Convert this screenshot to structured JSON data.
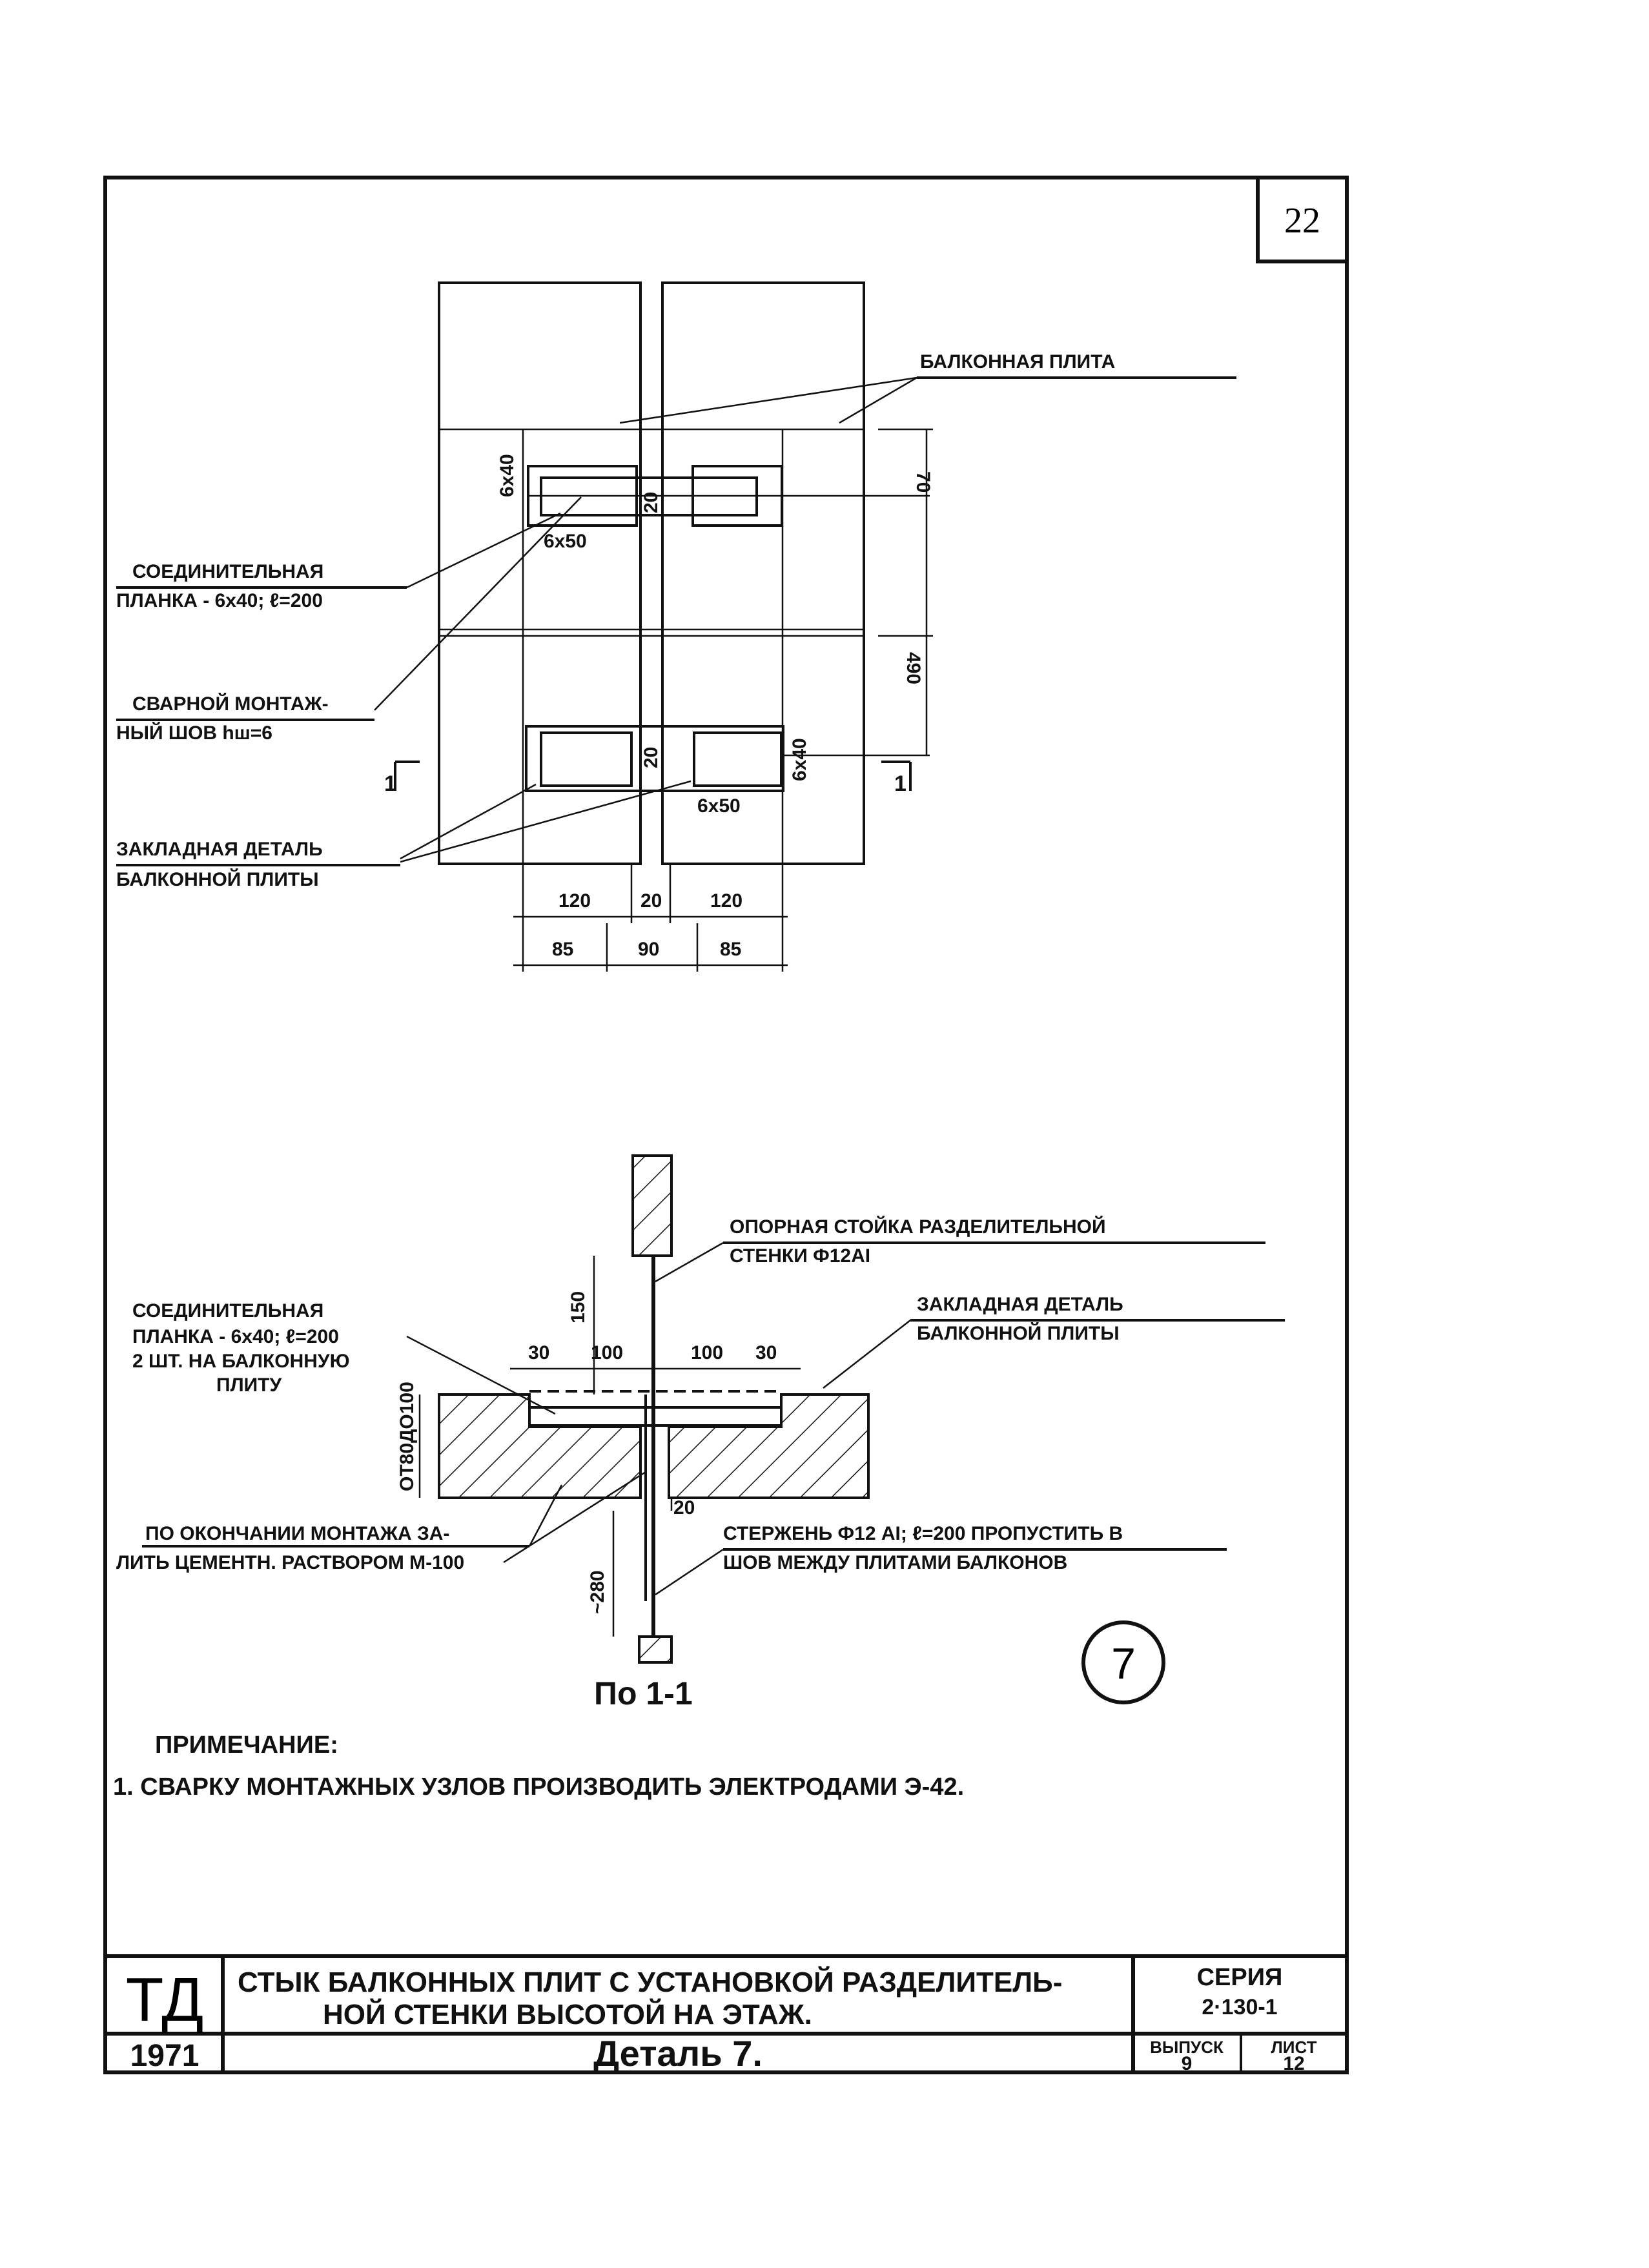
{
  "sheet_number": "22",
  "plan": {
    "label_balcony_slab": "БАЛКОННАЯ ПЛИТА",
    "label_connecting_plate": [
      "СОЕДИНИТЕЛЬНАЯ",
      "ПЛАНКА - 6х40; ℓ=200"
    ],
    "label_weld": [
      "СВАРНОЙ МОНТАЖ-",
      "НЫЙ ШОВ hш=6"
    ],
    "label_embedded_part": [
      "ЗАКЛАДНАЯ ДЕТАЛЬ",
      "БАЛКОННОЙ ПЛИТЫ"
    ],
    "dim_6x40_top": "6х40",
    "dim_6x50_top": "6х50",
    "dim_6x40_bottom": "6х40",
    "dim_6x50_bottom": "6х50",
    "dim_70": "70",
    "dim_490": "490",
    "dim_20_top": "20",
    "dim_20_bottom": "20",
    "section_mark": "1",
    "dims_row1": [
      "120",
      "20",
      "120"
    ],
    "dims_row2": [
      "85",
      "90",
      "85"
    ]
  },
  "section": {
    "label_post": [
      "ОПОРНАЯ СТОЙКА РАЗДЕЛИТЕЛЬНОЙ",
      "СТЕНКИ Ф12AI"
    ],
    "label_connecting_plate": [
      "СОЕДИНИТЕЛЬНАЯ",
      "ПЛАНКА - 6х40; ℓ=200",
      "2 ШТ. НА БАЛКОННУЮ",
      "ПЛИТУ"
    ],
    "label_embedded_part": [
      "ЗАКЛАДНАЯ ДЕТАЛЬ",
      "БАЛКОННОЙ ПЛИТЫ"
    ],
    "label_grout": [
      "ПО ОКОНЧАНИИ МОНТАЖА ЗА-",
      "ЛИТЬ ЦЕМЕНТН. РАСТВОРОМ М-100"
    ],
    "label_rod": [
      "СТЕРЖЕНЬ Ф12 AI; ℓ=200 ПРОПУСТИТЬ В",
      "ШОВ МЕЖДУ ПЛИТАМИ БАЛКОНОВ"
    ],
    "dim_150": "150",
    "dims_top": [
      "30",
      "100",
      "100",
      "30"
    ],
    "dim_thickness": "ОТ80ДО100",
    "dim_20": "20",
    "dim_280": "~280",
    "caption": "По 1-1"
  },
  "detail_marker": "7",
  "note_title": "ПРИМЕЧАНИЕ:",
  "note_text": "1. СВАРКУ МОНТАЖНЫХ УЗЛОВ ПРОИЗВОДИТЬ ЭЛЕКТРОДАМИ Э-42.",
  "title_block": {
    "org": "ТД",
    "year": "1971",
    "title_line1": "СТЫК БАЛКОННЫХ ПЛИТ С УСТАНОВКОЙ РАЗДЕЛИТЕЛЬ-",
    "title_line2": "НОЙ СТЕНКИ ВЫСОТОЙ НА ЭТАЖ.",
    "detail": "Деталь 7.",
    "series_label": "СЕРИЯ",
    "series_value": "2·130-1",
    "issue_label": "ВЫПУСК",
    "issue_value": "9",
    "sheet_label": "ЛИСТ",
    "sheet_value": "12"
  }
}
